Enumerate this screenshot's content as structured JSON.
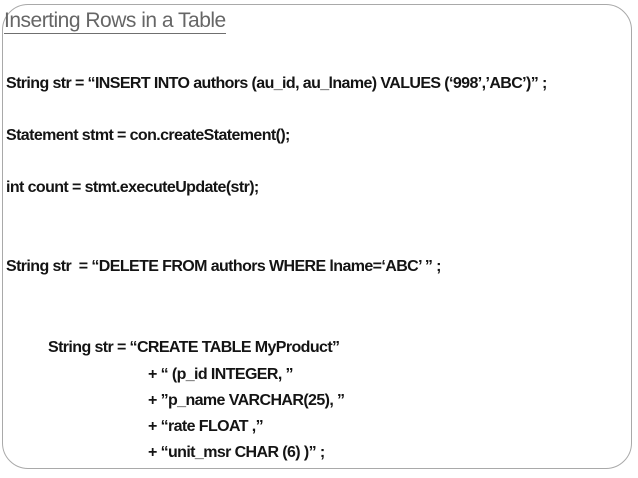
{
  "slide": {
    "title": "Inserting Rows in a Table"
  },
  "code": {
    "insert_line": "String str = “INSERT INTO authors (au_id, au_lname) VALUES (‘998’,’ABC’)” ;",
    "statement_line": "Statement stmt = con.createStatement();",
    "count_line": "int count = stmt.executeUpdate(str);",
    "delete_line": "String str  = “DELETE FROM authors WHERE lname=‘ABC’ ” ;",
    "create_block": {
      "line1": "String str = “CREATE TABLE MyProduct”",
      "line2": "+ “ (p_id INTEGER, ”",
      "line3": "+ ”p_name VARCHAR(25), ”",
      "line4": "+ “rate FLOAT ,”",
      "line5": "+ “unit_msr CHAR (6) )” ;"
    }
  },
  "colors": {
    "title_text": "#666666",
    "border": "#a9a9a9",
    "code_text": "#141414",
    "background": "#ffffff"
  }
}
